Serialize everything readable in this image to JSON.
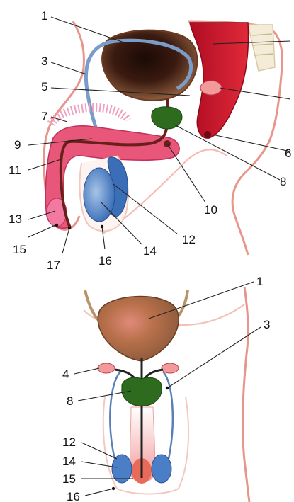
{
  "colors": {
    "skin_outline": "#e8958a",
    "bladder": "#8b5a3c",
    "bladder_dark": "#3a1a10",
    "rectum": "#c8102e",
    "prostate": "#2e6b1f",
    "penis": "#e8577a",
    "testis": "#4a7fc8",
    "vas_deferens": "#7a9cc8",
    "urethra": "#6b1f1a"
  },
  "sagittal_view": {
    "labels": [
      {
        "key": "l1",
        "text": "1"
      },
      {
        "key": "l3",
        "text": "3"
      },
      {
        "key": "l5",
        "text": "5"
      },
      {
        "key": "l6",
        "text": "6"
      },
      {
        "key": "l7",
        "text": "7"
      },
      {
        "key": "l8",
        "text": "8"
      },
      {
        "key": "l9",
        "text": "9"
      },
      {
        "key": "l10",
        "text": "10"
      },
      {
        "key": "l11",
        "text": "11"
      },
      {
        "key": "l12",
        "text": "12"
      },
      {
        "key": "l13",
        "text": "13"
      },
      {
        "key": "l14",
        "text": "14"
      },
      {
        "key": "l15",
        "text": "15"
      },
      {
        "key": "l16",
        "text": "16"
      },
      {
        "key": "l17",
        "text": "17"
      }
    ]
  },
  "frontal_view": {
    "labels": [
      {
        "key": "f1",
        "text": "1"
      },
      {
        "key": "f3",
        "text": "3"
      },
      {
        "key": "f4",
        "text": "4"
      },
      {
        "key": "f8",
        "text": "8"
      },
      {
        "key": "f12",
        "text": "12"
      },
      {
        "key": "f14",
        "text": "14"
      },
      {
        "key": "f15",
        "text": "15"
      },
      {
        "key": "f16",
        "text": "16"
      }
    ]
  }
}
